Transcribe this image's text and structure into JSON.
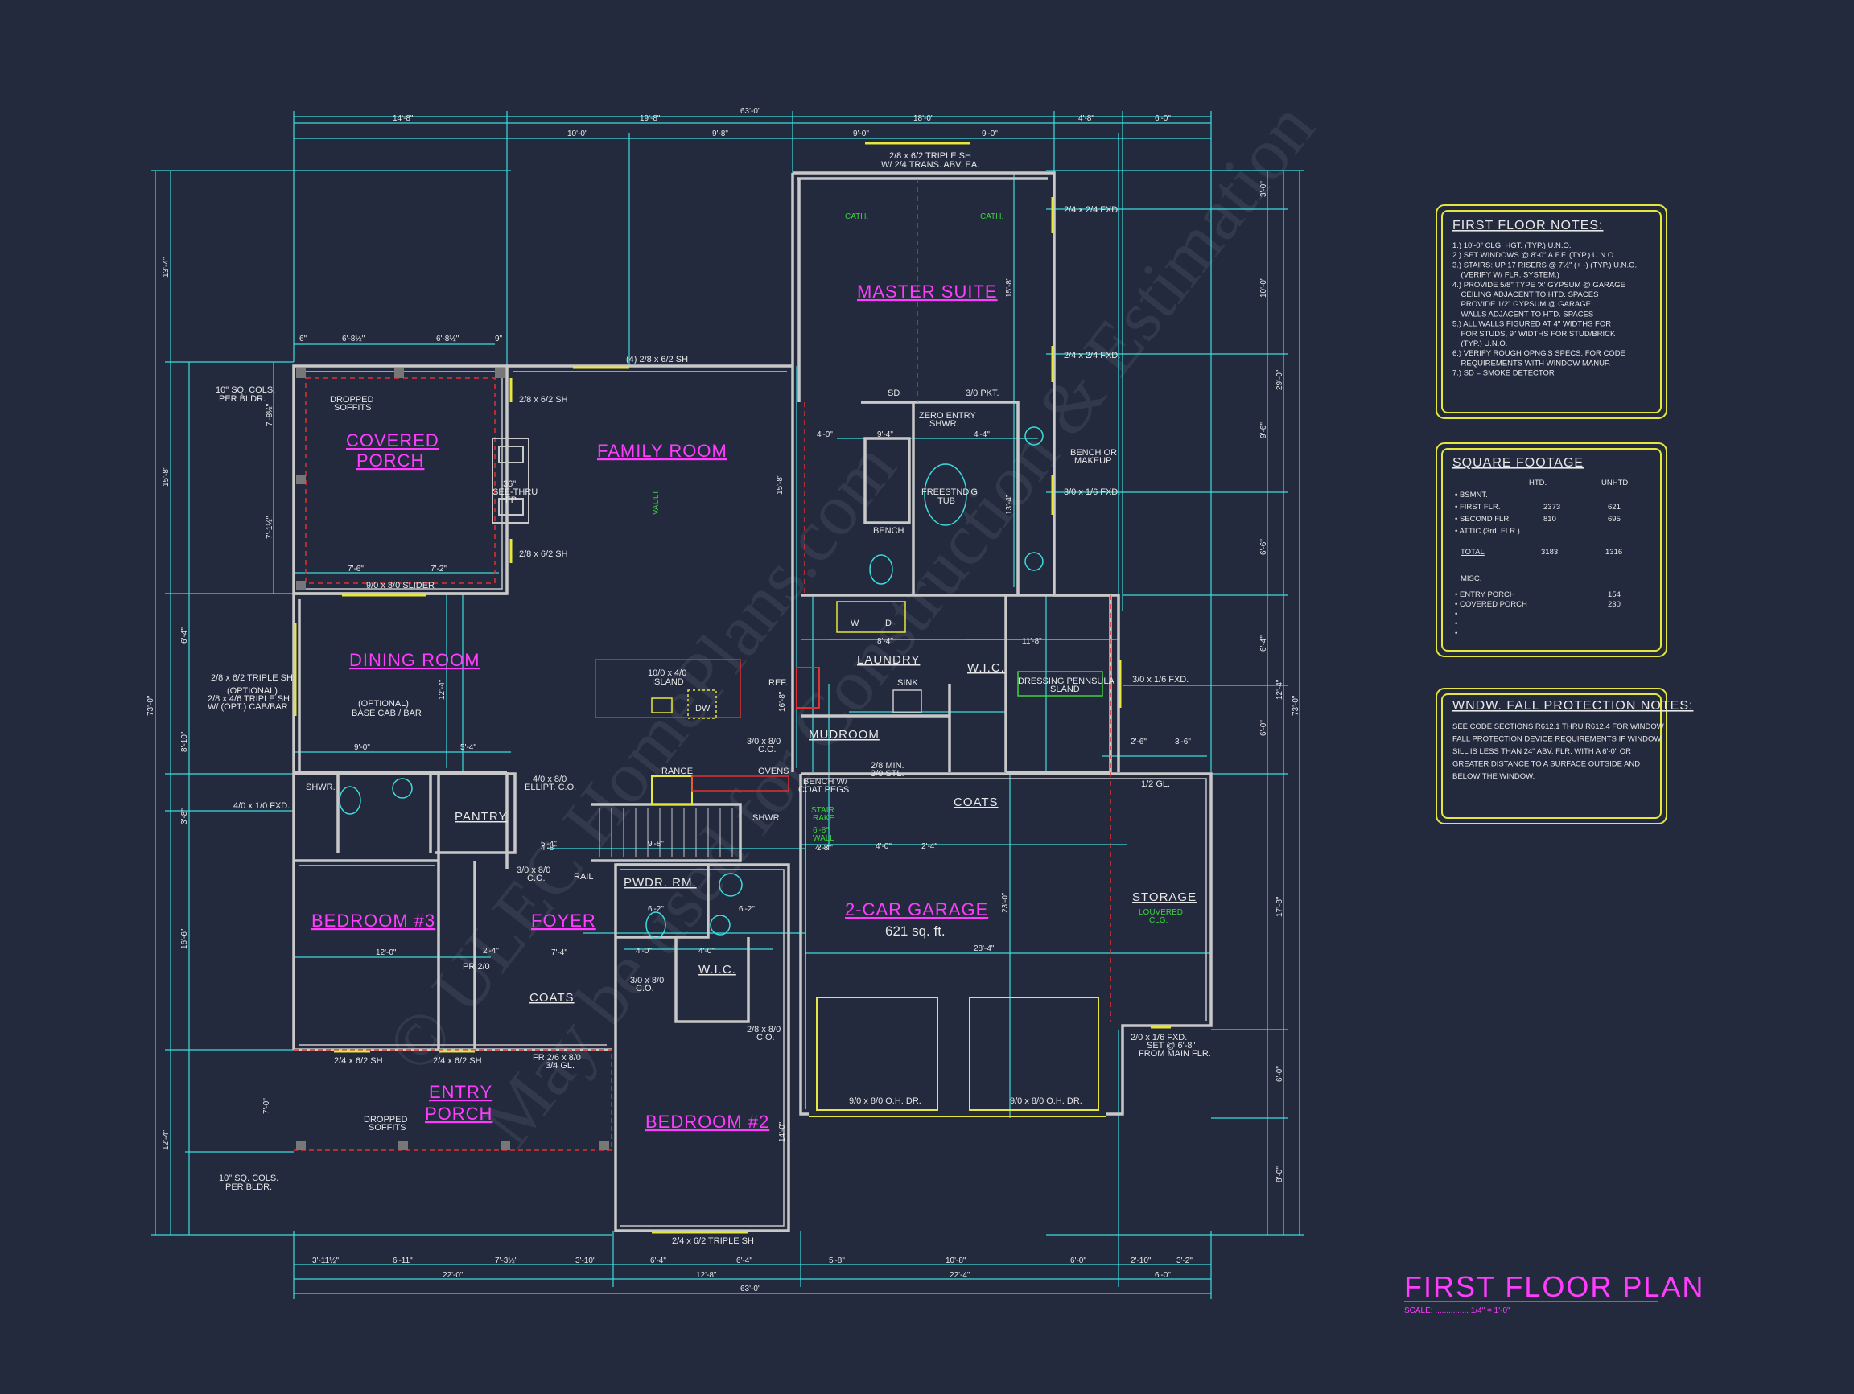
{
  "title": {
    "main": "FIRST FLOOR PLAN",
    "scale": "SCALE: ............... 1/4\" = 1'-0\""
  },
  "watermark": {
    "line1": "© ULEC HomePlans.com",
    "line2": "May be used for Construction & Estimation"
  },
  "rooms": {
    "covered_porch_1": "COVERED",
    "covered_porch_2": "PORCH",
    "family_room": "FAMILY ROOM",
    "master_suite": "MASTER SUITE",
    "dining_room": "DINING ROOM",
    "bedroom3": "BEDROOM #3",
    "foyer": "FOYER",
    "entry_porch_1": "ENTRY",
    "entry_porch_2": "PORCH",
    "bedroom2": "BEDROOM #2",
    "garage": "2-CAR GARAGE",
    "garage_area": "621 sq. ft.",
    "laundry": "LAUNDRY",
    "wic_master": "W.I.C.",
    "mudroom": "MUDROOM",
    "pantry": "PANTRY",
    "pwdr_rm": "PWDR. RM.",
    "wic_bed2": "W.I.C.",
    "coats_foyer": "COATS",
    "coats_garage": "COATS",
    "storage": "STORAGE"
  },
  "labels": {
    "cath1": "CATH.",
    "cath2": "CATH.",
    "vault": "VAULT",
    "window_top": "2/8 x 6/2 TRIPLE SH",
    "window_top2": "W/ 2/4 TRANS. ABV. EA.",
    "fr_4_26": "(4) 2/8 x 6/2 SH",
    "fxd_24_1": "2/4 x 2/4 FXD.",
    "fxd_24_2": "2/4 x 2/4 FXD.",
    "fxd_3116_1": "3/0 x 1/6 FXD.",
    "fxd_3116_2": "3/0 x 1/6 FXD.",
    "sq_cols_1": "10\" SQ. COLS.",
    "per_bldr_1": "PER BLDR.",
    "dropped_1": "DROPPED",
    "soffits_1": "SOFFITS",
    "sh_286_1": "2/8 x 6/2 SH",
    "sh_286_2": "2/8 x 6/2 SH",
    "see_thru_1": "36\"",
    "see_thru_2": "SEE-THRU",
    "see_thru_3": "FP",
    "slider": "9/0 x 8/0 SLIDER",
    "triple_sh": "2/8 x 6/2 TRIPLE SH",
    "optional": "(OPTIONAL)",
    "triple_sh_opt": "2/8 x 4/6 TRIPLE SH",
    "w_opt_cab": "W/ (OPT.) CAB/BAR",
    "opt_base_1": "(OPTIONAL)",
    "opt_base_2": "BASE CAB / BAR",
    "island_1": "10/0 x 4/0",
    "island_2": "ISLAND",
    "dw": "DW",
    "ref": "REF.",
    "range": "RANGE",
    "ovens": "OVENS",
    "co_3080": "3/0 x 8/0",
    "co_3080b": "C.O.",
    "ellipt_1": "4/0 x 8/0",
    "ellipt_2": "ELLIPT. C.O.",
    "fxd_4010": "4/0 x 1/0 FXD.",
    "shwr_1": "SHWR.",
    "rail": "RAIL",
    "co_foyer_1": "3/0 x 8/0",
    "co_foyer_2": "C.O.",
    "pr20": "PR 2/0",
    "fr_2480_1": "FR 2/6 x 8/0",
    "fr_2480_2": "3/4 GL.",
    "sh_246_1": "2/4 x 6/2 SH",
    "sh_246_2": "2/4 x 6/2 SH",
    "dropped_2": "DROPPED",
    "soffits_2": "SOFFITS",
    "sq_cols_2": "10\" SQ. COLS.",
    "per_bldr_2": "PER BLDR.",
    "triple_bottom": "2/4 x 6/2 TRIPLE SH",
    "co_bed2_1": "3/0 x 8/0",
    "co_bed2_2": "C.O.",
    "co_bed2b_1": "2/8 x 8/0",
    "co_bed2b_2": "C.O.",
    "ohdr_1": "9/0 x 8/0 O.H. DR.",
    "ohdr_2": "9/0 x 8/0 O.H. DR.",
    "fxd_garage_1": "2/0 x 1/6 FXD.",
    "fxd_garage_2": "SET @ 6'-8\"",
    "fxd_garage_3": "FROM MAIN FLR.",
    "louvered_1": "LOUVERED",
    "louvered_2": "CLG.",
    "bench_coat_1": "BENCH W/",
    "bench_coat_2": "COAT PEGS",
    "stair_rake_1": "STAIR",
    "stair_rake_2": "RAKE",
    "stair_rake_3": "6'-8\"",
    "stair_rake_4": "WALL",
    "min_1": "2/8 MIN.",
    "min_2": "3/0 STL.",
    "sink": "SINK",
    "dressing_1": "DRESSING PENNSULA",
    "dressing_2": "ISLAND",
    "zero_1": "ZERO ENTRY",
    "zero_2": "SHWR.",
    "pkt": "3/0 PKT.",
    "freestnd_1": "FREESTND'G",
    "freestnd_2": "TUB",
    "bench": "BENCH",
    "bench_makeup_1": "BENCH OR",
    "bench_makeup_2": "MAKEUP",
    "sd": "SD",
    "w": "W",
    "d": "D",
    "shwr_2": "SHWR.",
    "gl_12": "1/2 GL."
  },
  "dims": {
    "overall_top": "63'-0\"",
    "overall_bottom": "63'-0\"",
    "t1": "14'-8\"",
    "t2": "19'-8\"",
    "t3": "18'-0\"",
    "t4": "4'-8\"",
    "t5": "6'-0\"",
    "t6": "10'-0\"",
    "t7": "9'-8\"",
    "t8": "9'-0\"",
    "t9": "9'-0\"",
    "b1": "3'-11½\"",
    "b2": "6'-11\"",
    "b3": "7'-3½\"",
    "b4": "3'-10\"",
    "b5": "6'-4\"",
    "b6": "6'-4\"",
    "b7": "5'-8\"",
    "b8": "10'-8\"",
    "b9": "6'-0\"",
    "b10": "2'-10\"",
    "b11": "3'-2\"",
    "bb1": "22'-0\"",
    "bb2": "12'-8\"",
    "bb3": "22'-4\"",
    "bb4": "6'-0\"",
    "l_total": "73'-0\"",
    "l1": "13'-4\"",
    "l2": "15'-8\"",
    "l3": "6'-4\"",
    "l4": "8'-10\"",
    "l5": "3'-8\"",
    "l6": "16'-6\"",
    "l7": "12'-4\"",
    "r_total": "73'-0\"",
    "r1": "3'-0\"",
    "r2": "10'-0\"",
    "r3": "9'-6\"",
    "r4": "6'-6\"",
    "r5": "6'-4\"",
    "r6": "6'-0\"",
    "r7": "17'-8\"",
    "r8": "6'-0\"",
    "r9": "8'-0\"",
    "r10": "29'-0\"",
    "r11": "12'-4\"",
    "porch_w1": "6'-8½\"",
    "porch_w2": "6'-8½\"",
    "porch_s1": "6\"",
    "porch_s2": "9\"",
    "dr_w1": "9'-0\"",
    "dr_w2": "5'-4\"",
    "bed3_w": "12'-0\"",
    "foyer_w": "7'-4\"",
    "kitchen_w": "5'-4\"",
    "stair_w": "9'-8\"",
    "garage_w": "28'-4\"",
    "laundry_w": "8'-4\"",
    "wic_w": "11'-8\"",
    "mud_1": "4'-0\"",
    "mud_2": "2'-4\"",
    "master_1": "4'-0\"",
    "master_2": "9'-4\"",
    "master_3": "4'-4\"",
    "g_1": "2'-6\"",
    "g_2": "3'-6\"",
    "fr_h": "15'-8\"",
    "ms_h": "15'-8\"",
    "ms_v": "13'-4\"",
    "dr_h": "12'-4\"",
    "b3_h": "16'-6\"",
    "gar_h": "23'-0\"",
    "b2_h": "14'-0\"",
    "stair_v": "16'-8\"",
    "porch_h1": "7'-1½\"",
    "porch_h2": "7'-6\"",
    "porch_h3": "7'-2\"",
    "porch_v1": "7'-8½\"",
    "ep_h": "7'-0\"",
    "pw_1": "4'-0\"",
    "pw_2": "4'-0\"",
    "pw_3": "6'-2\"",
    "pw_4": "6'-2\"",
    "pw_5": "4'-8\"",
    "pw_6": "2'-4\"",
    "foy_a": "2'-4\"",
    "foy_b": "4'-8\""
  },
  "notes": {
    "title": "FIRST FLOOR NOTES:",
    "lines": [
      "1.) 10'-0\" CLG. HGT. (TYP.) U.N.O.",
      "2.) SET WINDOWS @ 8'-0\" A.F.F. (TYP.) U.N.O.",
      "3.) STAIRS: UP 17 RISERS @ 7½\" (+ -) (TYP.) U.N.O.",
      "    (VERIFY W/ FLR. SYSTEM.)",
      "4.) PROVIDE 5/8\" TYPE 'X' GYPSUM @ GARAGE",
      "    CEILING ADJACENT TO HTD. SPACES",
      "    PROVIDE 1/2\" GYPSUM @ GARAGE",
      "    WALLS ADJACENT TO HTD. SPACES",
      "5.) ALL WALLS FIGURED AT 4\" WIDTHS FOR",
      "    FOR STUDS, 9\" WIDTHS FOR STUD/BRICK",
      "    (TYP.) U.N.O.",
      "6.) VERIFY ROUGH OPNG'S SPECS. FOR CODE",
      "    REQUIREMENTS WITH WINDOW MANUF.",
      "7.) SD = SMOKE DETECTOR"
    ]
  },
  "sqft": {
    "title": "SQUARE FOOTAGE",
    "col_htd": "HTD.",
    "col_unhtd": "UNHTD.",
    "rows": [
      {
        "label": "• BSMNT.",
        "htd": "",
        "unhtd": ""
      },
      {
        "label": "• FIRST FLR.",
        "htd": "2373",
        "unhtd": "621"
      },
      {
        "label": "• SECOND FLR.",
        "htd": "810",
        "unhtd": "695"
      },
      {
        "label": "• ATTIC (3rd. FLR.)",
        "htd": "",
        "unhtd": ""
      }
    ],
    "total_label": "TOTAL",
    "total_htd": "3183",
    "total_unhtd": "1316",
    "misc_label": "MISC.",
    "misc_rows": [
      {
        "label": "• ENTRY PORCH",
        "value": "154"
      },
      {
        "label": "• COVERED PORCH",
        "value": "230"
      },
      {
        "label": "•",
        "value": ""
      },
      {
        "label": "•",
        "value": ""
      },
      {
        "label": "•",
        "value": ""
      }
    ]
  },
  "fall": {
    "title": "WNDW. FALL PROTECTION NOTES:",
    "lines": [
      "SEE CODE SECTIONS R612.1 THRU R612.4 FOR WINDOW",
      "FALL PROTECTION DEVICE REQUIREMENTS IF WINDOW",
      "SILL IS LESS THAN 24\" ABV. FLR. WITH A 6'-0\" OR",
      "GREATER DISTANCE TO A SURFACE OUTSIDE AND",
      "BELOW THE WINDOW."
    ]
  },
  "colors": {
    "background": "#232a3e",
    "wall": "#c8c8c8",
    "dimension": "#3cdcdc",
    "room_label": "#ff3cff",
    "notes_border": "#e6e63c",
    "green": "#3cd23c",
    "red": "#e03030"
  }
}
